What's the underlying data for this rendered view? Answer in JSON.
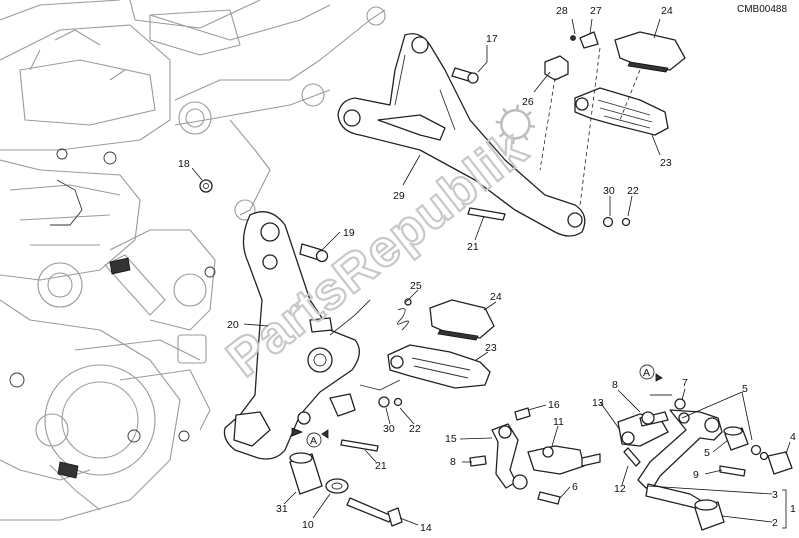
{
  "diagram": {
    "code": "CMB00488",
    "watermark": "PartsRepublik",
    "section_marker": "A",
    "callouts": {
      "c1": "1",
      "c2": "2",
      "c3": "3",
      "c4": "4",
      "c5": "5",
      "c6": "6",
      "c7": "7",
      "c8": "8",
      "c9": "9",
      "c10": "10",
      "c11": "11",
      "c12": "12",
      "c13": "13",
      "c14": "14",
      "c15": "15",
      "c16": "16",
      "c17": "17",
      "c18": "18",
      "c19": "19",
      "c20": "20",
      "c21": "21",
      "c22": "22",
      "c23": "23",
      "c24": "24",
      "c25": "25",
      "c26": "26",
      "c27": "27",
      "c28": "28",
      "c29": "29",
      "c30": "30",
      "c31": "31"
    }
  }
}
